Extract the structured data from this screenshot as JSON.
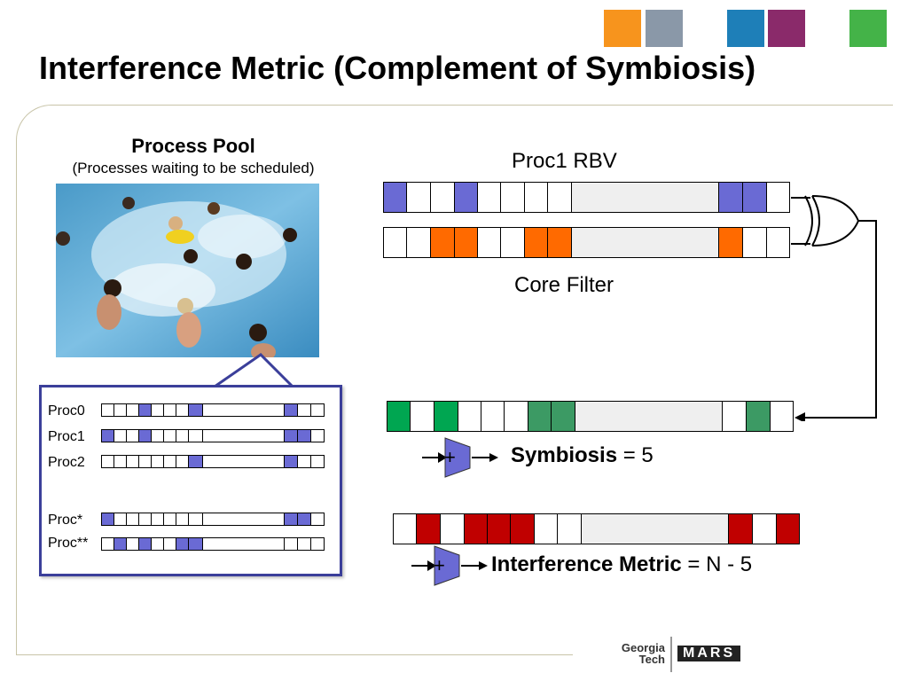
{
  "slide": {
    "title": "Interference Metric (Complement of Symbiosis)"
  },
  "header_squares": [
    "#f7941d",
    "#7a8a9a",
    "#1e7fb8",
    "#8a2a6a",
    "#44b348"
  ],
  "process_pool": {
    "title": "Process Pool",
    "subtitle": "(Processes waiting to be scheduled)",
    "processes": [
      {
        "label": "Proc0"
      },
      {
        "label": "Proc1"
      },
      {
        "label": "Proc2"
      },
      {
        "label": "Proc*"
      },
      {
        "label": "Proc**"
      }
    ]
  },
  "rbv": {
    "label": "Proc1 RBV"
  },
  "core_filter": {
    "label": "Core Filter"
  },
  "symbiosis": {
    "bold": "Symbiosis",
    "rest": " = 5",
    "plus": "+"
  },
  "interference": {
    "bold": "Interference Metric",
    "rest": " = N - 5",
    "plus": "+"
  },
  "logo": {
    "line1": "Georgia",
    "line2": "Tech",
    "mark": "MARS"
  },
  "colors": {
    "blue": "#6a6ad4",
    "orange": "#ff6a00",
    "green": "#00a651",
    "dark_green": "#3c9a64",
    "red": "#c00000",
    "gray": "#efefef"
  }
}
